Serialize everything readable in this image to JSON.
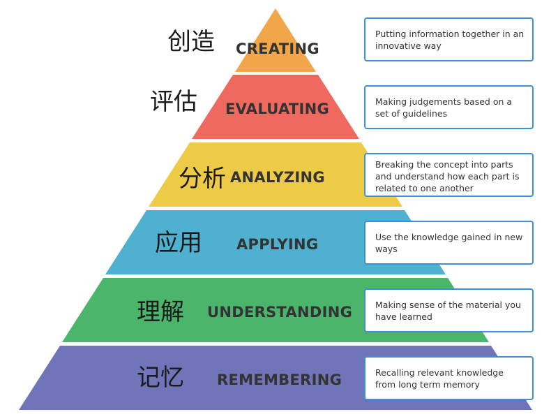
{
  "title": "",
  "levels": [
    {
      "zh": "创造",
      "en": "CREATING",
      "description": "Putting information together in an innovative way",
      "color": "#F2A64A"
    },
    {
      "zh": "评估",
      "en": "EVALUATING",
      "description": "Making judgements based on a set of guidelines",
      "color": "#F0695F"
    },
    {
      "zh": "分析",
      "en": "ANALYZING",
      "description": "Breaking the concept into parts and understand how each part is related to one another",
      "color": "#EECB47"
    },
    {
      "zh": "应用",
      "en": "APPLYING",
      "description": "Use the knowledge gained in new ways",
      "color": "#4FB0CF"
    },
    {
      "zh": "理解",
      "en": "UNDERSTANDING",
      "description": "Making sense of the material you have learned",
      "color": "#4BB56C"
    },
    {
      "zh": "记忆",
      "en": "REMEMBERING",
      "description": "Recalling relevant knowledge from long term memory",
      "color": "#7074B8"
    }
  ]
}
